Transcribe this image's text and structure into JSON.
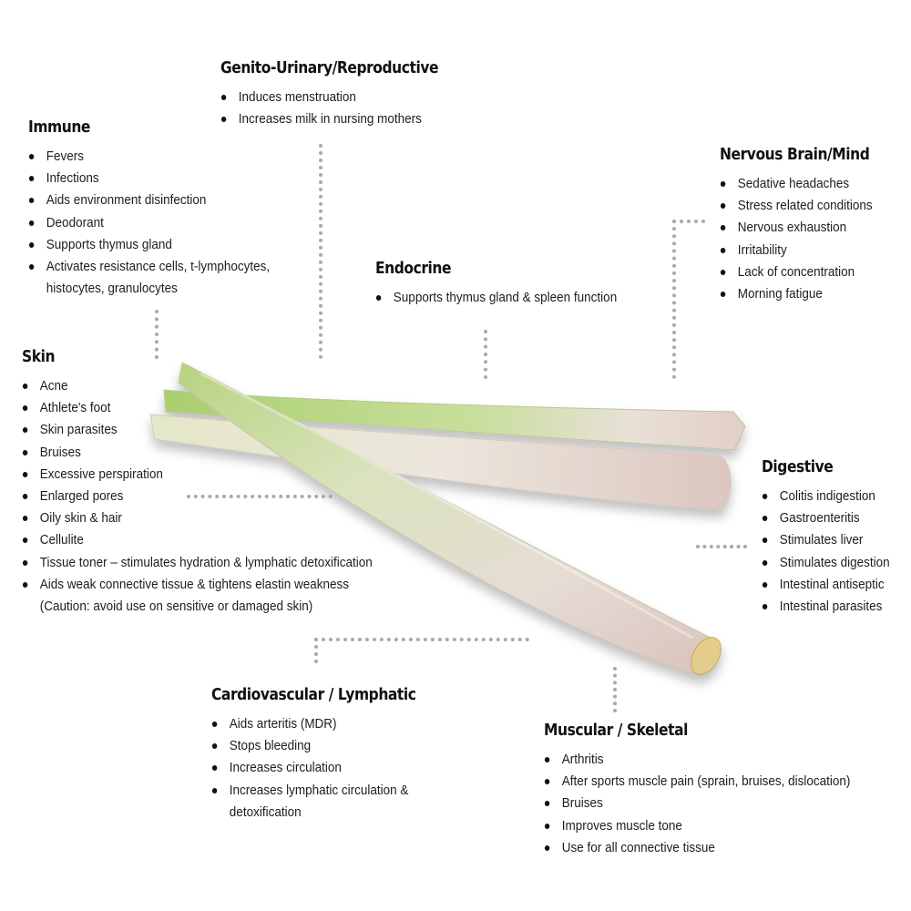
{
  "sections": {
    "genito": {
      "title": "Genito-Urinary/Reproductive",
      "items": [
        "Induces menstruation",
        "Increases milk in nursing mothers"
      ]
    },
    "immune": {
      "title": "Immune",
      "items": [
        "Fevers",
        "Infections",
        "Aids environment disinfection",
        "Deodorant",
        "Supports thymus gland",
        "Activates resistance cells, t-lymphocytes,",
        "histocytes, granulocytes"
      ]
    },
    "nervous": {
      "title": "Nervous Brain/Mind",
      "items": [
        "Sedative headaches",
        "Stress related conditions",
        "Nervous exhaustion",
        "Irritability",
        "Lack of concentration",
        "Morning fatigue"
      ]
    },
    "endocrine": {
      "title": "Endocrine",
      "items": [
        "Supports thymus gland & spleen function"
      ]
    },
    "skin": {
      "title": "Skin",
      "items": [
        "Acne",
        "Athlete's foot",
        "Skin parasites",
        "Bruises",
        "Excessive perspiration",
        "Enlarged pores",
        "Oily skin & hair",
        "Cellulite",
        "Tissue toner – stimulates hydration & lymphatic detoxification",
        "Aids weak connective tissue & tightens elastin weakness",
        "(Caution: avoid use on sensitive or damaged skin)"
      ]
    },
    "digestive": {
      "title": "Digestive",
      "items": [
        "Colitis indigestion",
        "Gastroenteritis",
        "Stimulates liver",
        "Stimulates digestion",
        "Intestinal antiseptic",
        "Intestinal parasites"
      ]
    },
    "cardio": {
      "title": "Cardiovascular / Lymphatic",
      "items": [
        "Aids arteritis (MDR)",
        "Stops bleeding",
        "Increases circulation",
        "Increases lymphatic circulation &",
        "detoxification"
      ]
    },
    "muscular": {
      "title": "Muscular / Skeletal",
      "items": [
        "Arthritis",
        "After sports muscle pain (sprain, bruises, dislocation)",
        "Bruises",
        "Improves muscle tone",
        "Use for all connective tissue"
      ]
    }
  }
}
